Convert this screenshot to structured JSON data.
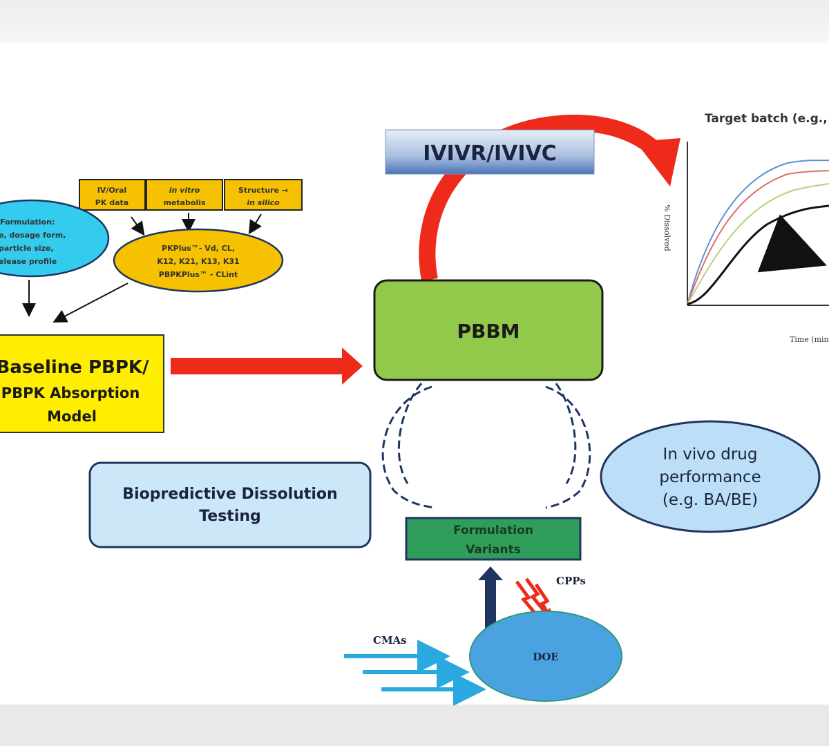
{
  "ivivr_box": {
    "label": "IVIVR/IVIVC"
  },
  "chart": {
    "title": "Target batch (e.g.,",
    "ylabel": "% Dissolved",
    "xlabel": "Time (min)",
    "series_colors": [
      "#5b8fd6",
      "#e06a6a",
      "#b9cf7a",
      "#111111"
    ]
  },
  "inputs": {
    "boxes": [
      {
        "line1": "IV/Oral",
        "line2": "PK data"
      },
      {
        "line1": "in vitro",
        "line2": "metabolis"
      },
      {
        "line1": "Structure →",
        "line2": "in silico"
      }
    ],
    "formulation_ellipse": [
      "Formulation:",
      "e, dosage form,",
      "particle size,",
      "elease profile"
    ],
    "pkplus_ellipse": [
      "PKPlus™- Vd, CL,",
      "K12, K21, K13, K31",
      "PBPKPlus™ - CLint"
    ]
  },
  "baseline_box": [
    "Baseline PBPK/",
    "PBPK Absorption",
    "Model"
  ],
  "pbbm_box": {
    "label": "PBBM"
  },
  "biopredictive_box": [
    "Biopredictive Dissolution",
    "Testing"
  ],
  "in_vivo_ellipse": [
    "In vivo drug",
    "performance",
    "(e.g. BA/BE)"
  ],
  "formulation_variants": [
    "Formulation",
    "Variants"
  ],
  "cpps_label": "CPPs",
  "cmas_label": "CMAs",
  "doe_label": "DOE",
  "colors": {
    "red_arrow": "#ee2a1a",
    "pbbm_green": "#92c94a",
    "yellow": "#ffee00",
    "gold": "#f5c100",
    "cyan": "#33ccee",
    "navy": "#1f3560"
  }
}
